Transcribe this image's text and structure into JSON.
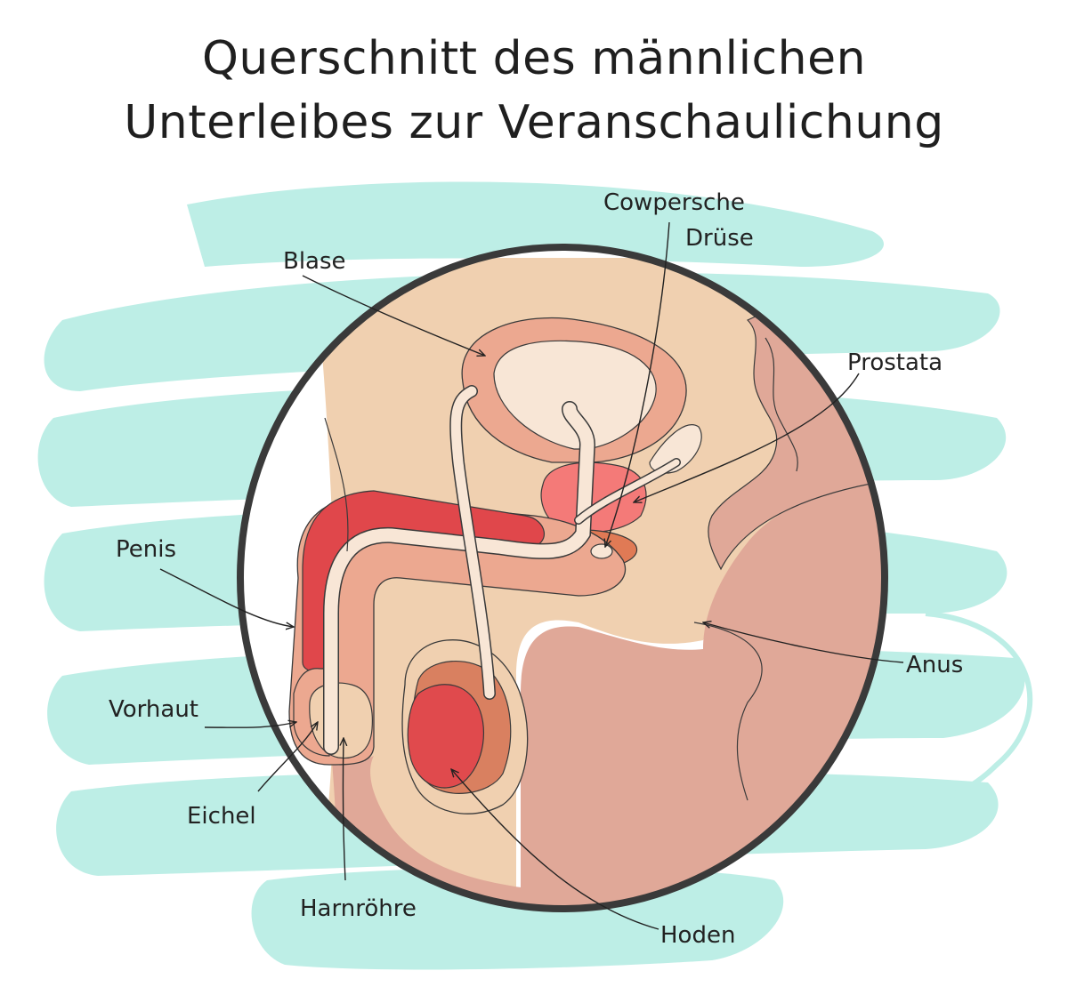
{
  "title": {
    "line1": "Querschnitt des männlichen",
    "line2": "Unterleibes zur Veranschaulichung"
  },
  "labels": {
    "blase": "Blase",
    "cowpersche_line1": "Cowpersche",
    "cowpersche_line2": "Drüse",
    "prostata": "Prostata",
    "penis": "Penis",
    "vorhaut": "Vorhaut",
    "eichel": "Eichel",
    "harnroehre": "Harnröhre",
    "hoden": "Hoden",
    "anus": "Anus"
  },
  "colors": {
    "background_splash": "#bdeee6",
    "outline_circle": "#3a3a3a",
    "skin_light": "#f0d0b0",
    "skin_dark": "#e0a898",
    "bladder_wall": "#eca890",
    "bladder_inside": "#f8e6d6",
    "penis_red": "#e0474b",
    "prostata_pink": "#f47a78",
    "testis_red": "#e04a4d",
    "urethra_cream": "#f8e6d6"
  }
}
